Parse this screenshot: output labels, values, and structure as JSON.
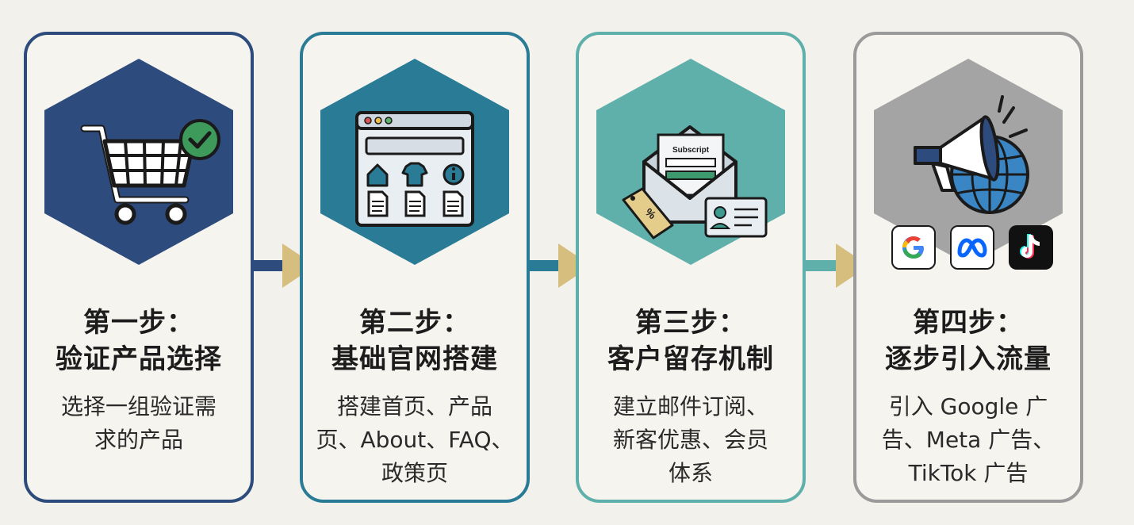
{
  "steps": [
    {
      "title_line1": "第一步：",
      "title_line2": "验证产品选择",
      "desc_lines": [
        "选择一组验证需",
        "求的产品"
      ],
      "icon": "shopping-cart-check-icon",
      "hex_color": "#2e4b7d",
      "border_color": "#2d4c7c"
    },
    {
      "title_line1": "第二步：",
      "title_line2": "基础官网搭建",
      "desc_lines": [
        "搭建首页、产品",
        "页、About、FAQ、",
        "政策页"
      ],
      "icon": "website-browser-icon",
      "hex_color": "#2a7b96",
      "border_color": "#2a7b96"
    },
    {
      "title_line1": "第三步：",
      "title_line2": "客户留存机制",
      "desc_lines": [
        "建立邮件订阅、",
        "新客优惠、会员",
        "体系"
      ],
      "icon": "email-subscription-icon",
      "subscribe_label": "Subscript",
      "hex_color": "#5fb0ab",
      "border_color": "#5fb0ab"
    },
    {
      "title_line1": "第四步：",
      "title_line2": "逐步引入流量",
      "desc_lines": [
        "引入 Google 广",
        "告、Meta 广告、",
        "TikTok 广告"
      ],
      "icon": "megaphone-globe-icon",
      "hex_color": "#a4a4a4",
      "border_color": "#9a9a9a",
      "platform_logos": [
        "google-logo",
        "meta-logo",
        "tiktok-logo"
      ]
    }
  ],
  "connector_colors": [
    "#2e4b7d",
    "#2a7b96",
    "#5fb0ab"
  ],
  "arrow_color": "#d6bf7e"
}
